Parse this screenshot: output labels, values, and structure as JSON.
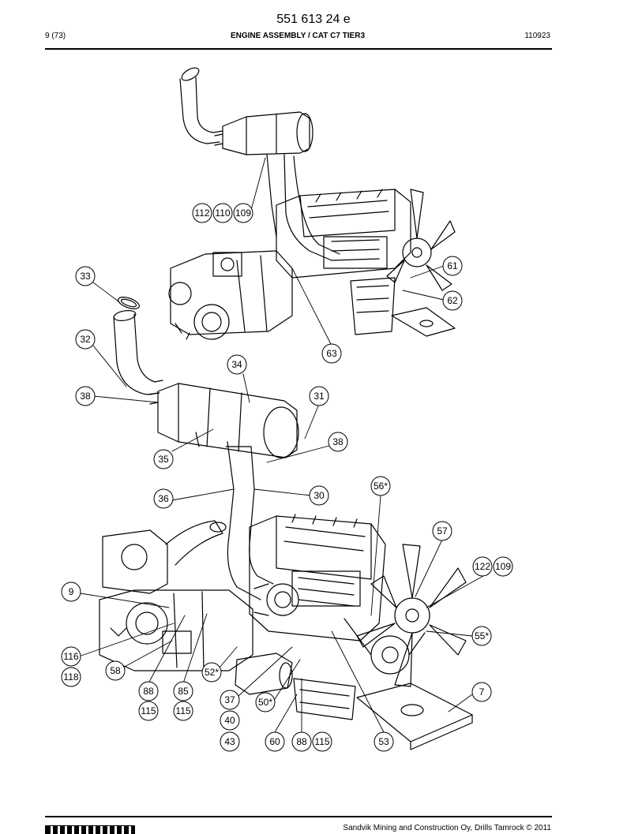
{
  "header": {
    "document_number": "551 613 24 e",
    "page_ref": "9 (73)",
    "section_title": "ENGINE ASSEMBLY / CAT C7 TIER3",
    "revision_code": "110923"
  },
  "callouts": [
    {
      "label": "112"
    },
    {
      "label": "110"
    },
    {
      "label": "109"
    },
    {
      "label": "61"
    },
    {
      "label": "62"
    },
    {
      "label": "33"
    },
    {
      "label": "32"
    },
    {
      "label": "63"
    },
    {
      "label": "34"
    },
    {
      "label": "38"
    },
    {
      "label": "31"
    },
    {
      "label": "38"
    },
    {
      "label": "35"
    },
    {
      "label": "36"
    },
    {
      "label": "30"
    },
    {
      "label": "56*"
    },
    {
      "label": "57"
    },
    {
      "label": "122"
    },
    {
      "label": "109"
    },
    {
      "label": "9"
    },
    {
      "label": "55*"
    },
    {
      "label": "116"
    },
    {
      "label": "118"
    },
    {
      "label": "58"
    },
    {
      "label": "52*"
    },
    {
      "label": "88"
    },
    {
      "label": "85"
    },
    {
      "label": "115"
    },
    {
      "label": "115"
    },
    {
      "label": "37"
    },
    {
      "label": "50*"
    },
    {
      "label": "40"
    },
    {
      "label": "43"
    },
    {
      "label": "60"
    },
    {
      "label": "88"
    },
    {
      "label": "115"
    },
    {
      "label": "53"
    },
    {
      "label": "7"
    }
  ],
  "footer": {
    "copyright": "Sandvik Mining and Construction Oy, Drills Tamrock © 2011"
  }
}
